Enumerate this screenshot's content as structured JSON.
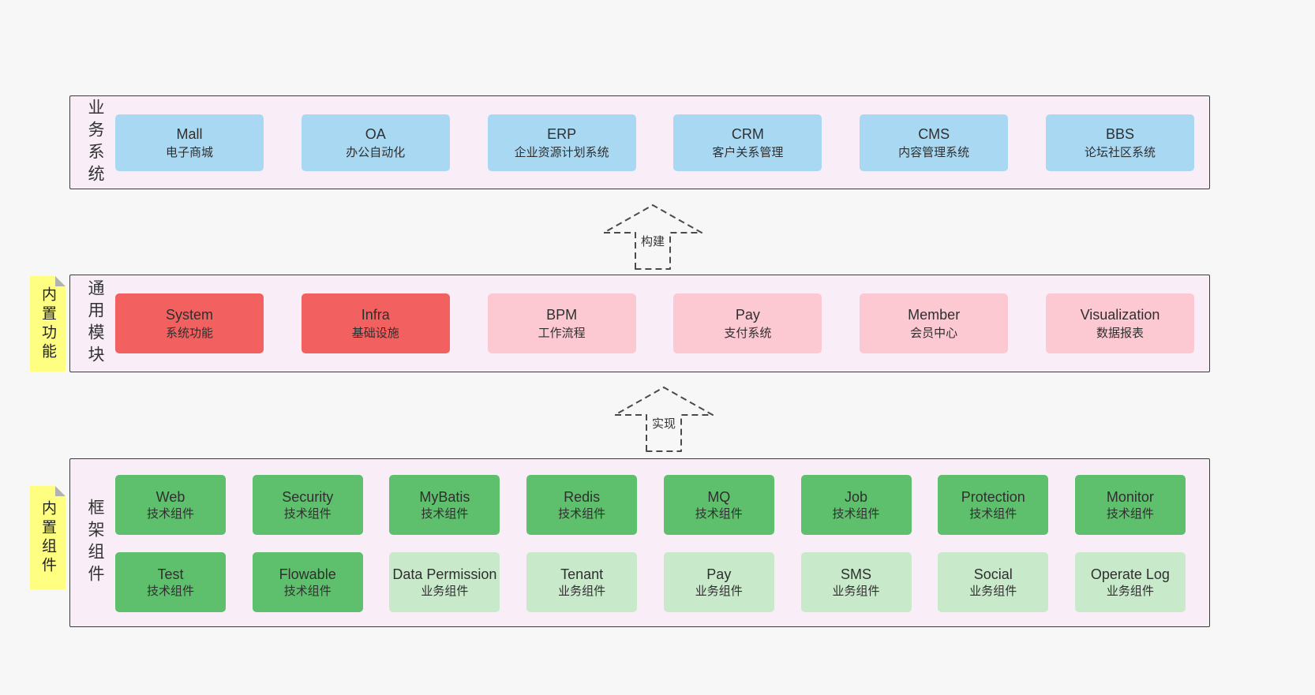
{
  "colors": {
    "page_bg": "#f7f7f7",
    "panel_bg": "#f9eef7",
    "panel_border": "#3b3b3b",
    "blue_box": "#a9d8f3",
    "red_box": "#f2605f",
    "pink_box": "#fcc9d3",
    "green_box": "#5ec06c",
    "light_green_box": "#c8e9ca",
    "note_yellow": "#feff80"
  },
  "arrows": {
    "build_label": "构建",
    "implement_label": "实现"
  },
  "business": {
    "side_label": "业务系统",
    "boxes": [
      {
        "title": "Mall",
        "subtitle": "电子商城"
      },
      {
        "title": "OA",
        "subtitle": "办公自动化"
      },
      {
        "title": "ERP",
        "subtitle": "企业资源计划系统"
      },
      {
        "title": "CRM",
        "subtitle": "客户关系管理"
      },
      {
        "title": "CMS",
        "subtitle": "内容管理系统"
      },
      {
        "title": "BBS",
        "subtitle": "论坛社区系统"
      }
    ]
  },
  "modules": {
    "side_label": "通用模块",
    "note_label": "内置功能",
    "boxes": [
      {
        "title": "System",
        "subtitle": "系统功能"
      },
      {
        "title": "Infra",
        "subtitle": "基础设施"
      },
      {
        "title": "BPM",
        "subtitle": "工作流程"
      },
      {
        "title": "Pay",
        "subtitle": "支付系统"
      },
      {
        "title": "Member",
        "subtitle": "会员中心"
      },
      {
        "title": "Visualization",
        "subtitle": "数据报表"
      }
    ]
  },
  "components": {
    "side_label": "框架组件",
    "note_label": "内置组件",
    "row1": [
      {
        "title": "Web",
        "subtitle": "技术组件"
      },
      {
        "title": "Security",
        "subtitle": "技术组件"
      },
      {
        "title": "MyBatis",
        "subtitle": "技术组件"
      },
      {
        "title": "Redis",
        "subtitle": "技术组件"
      },
      {
        "title": "MQ",
        "subtitle": "技术组件"
      },
      {
        "title": "Job",
        "subtitle": "技术组件"
      },
      {
        "title": "Protection",
        "subtitle": "技术组件"
      },
      {
        "title": "Monitor",
        "subtitle": "技术组件"
      }
    ],
    "row2": [
      {
        "title": "Test",
        "subtitle": "技术组件"
      },
      {
        "title": "Flowable",
        "subtitle": "技术组件"
      },
      {
        "title": "Data Permission",
        "subtitle": "业务组件"
      },
      {
        "title": "Tenant",
        "subtitle": "业务组件"
      },
      {
        "title": "Pay",
        "subtitle": "业务组件"
      },
      {
        "title": "SMS",
        "subtitle": "业务组件"
      },
      {
        "title": "Social",
        "subtitle": "业务组件"
      },
      {
        "title": "Operate Log",
        "subtitle": "业务组件"
      }
    ]
  }
}
